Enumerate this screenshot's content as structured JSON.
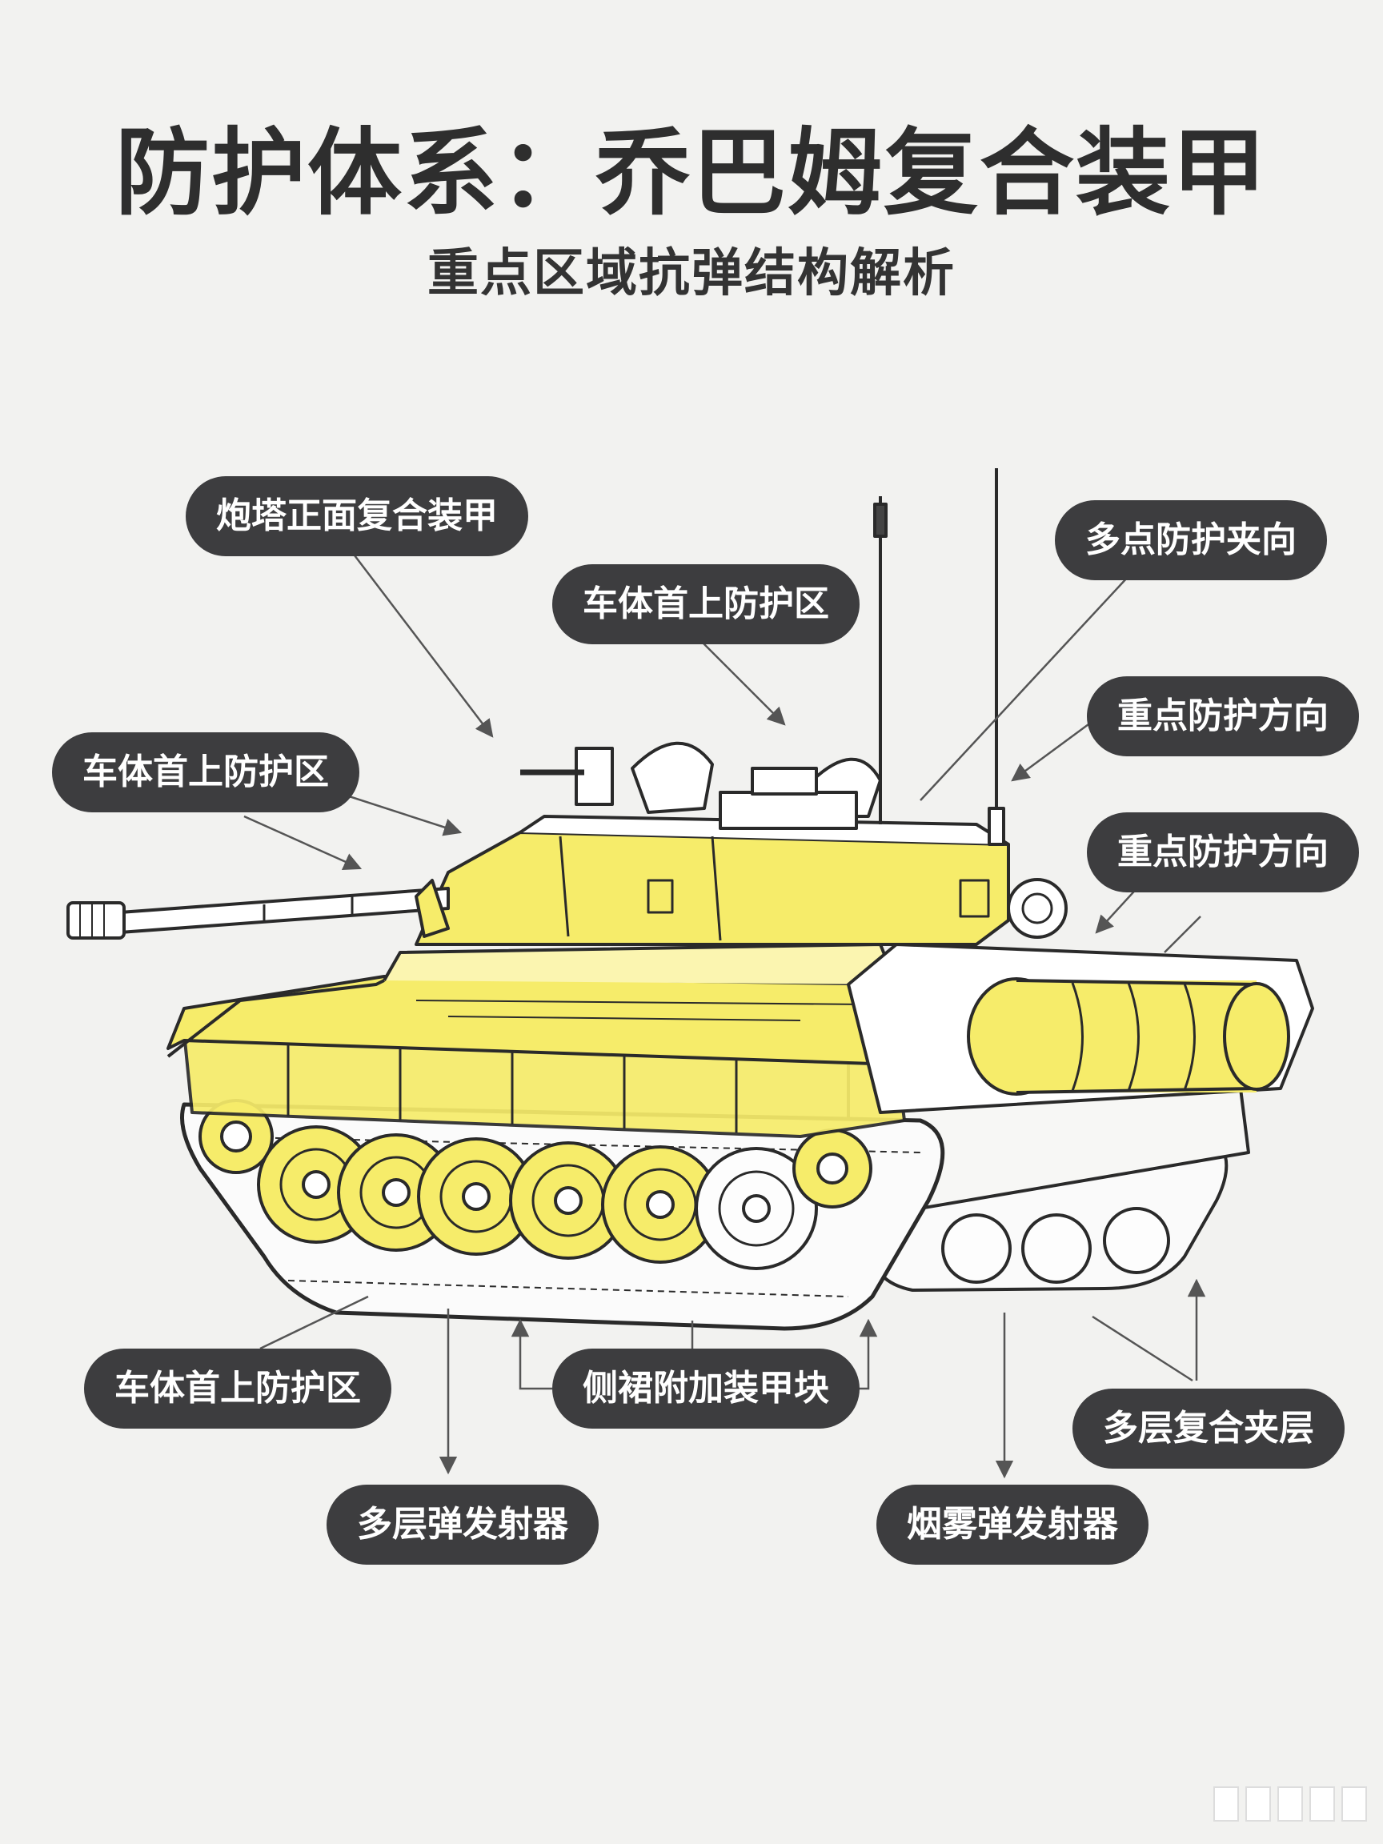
{
  "title": "防护体系：乔巴姆复合装甲",
  "subtitle": "重点区域抗弹结构解析",
  "labels": {
    "turret_front": "炮塔正面复合装甲",
    "hull_upper_top": "车体首上防护区",
    "multi_point": "多点防护夹向",
    "key_dir_1": "重点防护方向",
    "hull_upper_left": "车体首上防护区",
    "key_dir_2": "重点防护方向",
    "hull_upper_bottom": "车体首上防护区",
    "side_skirt": "侧裙附加装甲块",
    "multi_layer": "多层复合夹层",
    "multi_launcher": "多层弹发射器",
    "smoke_launcher": "烟雾弹发射器"
  },
  "colors": {
    "armor_yellow": "#f6ec6a",
    "outline": "#2a2a2a",
    "pill_bg": "#3d3d3f",
    "background": "#f2f2f0"
  }
}
